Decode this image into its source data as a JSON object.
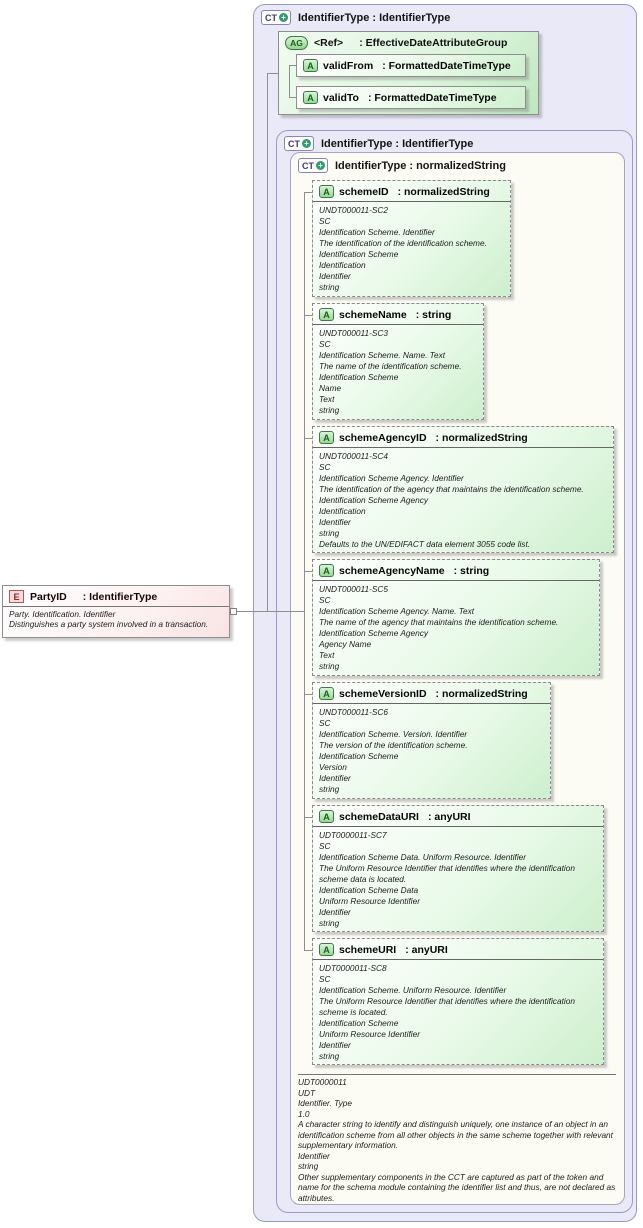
{
  "icons": {
    "expand": "+"
  },
  "element": {
    "badge": "E",
    "name": "PartyID",
    "type": ": IdentifierType",
    "doc_lines": [
      "Party. Identification. Identifier",
      "Distinguishes a party system involved in a transaction."
    ]
  },
  "outer_type": {
    "badge": "CT",
    "title": "IdentifierType : IdentifierType"
  },
  "attribute_group": {
    "badge": "AG",
    "ref": "<Ref>",
    "name": ": EffectiveDateAttributeGroup",
    "attributes": [
      {
        "badge": "A",
        "name": "validFrom",
        "type": ": FormattedDateTimeType"
      },
      {
        "badge": "A",
        "name": "validTo",
        "type": ": FormattedDateTimeType"
      }
    ]
  },
  "mid_type": {
    "badge": "CT",
    "title": "IdentifierType : IdentifierType"
  },
  "inner_type": {
    "badge": "CT",
    "title": "IdentifierType : normalizedString",
    "attributes": [
      {
        "badge": "A",
        "name": "schemeID",
        "type": ": normalizedString",
        "doc_lines": [
          "UNDT000011-SC2",
          "SC",
          "Identification Scheme. Identifier",
          "The identification of the identification scheme.",
          "Identification Scheme",
          "Identification",
          "Identifier",
          "string"
        ]
      },
      {
        "badge": "A",
        "name": "schemeName",
        "type": ": string",
        "doc_lines": [
          "UNDT000011-SC3",
          "SC",
          "Identification Scheme. Name. Text",
          "The name of the identification scheme.",
          "Identification Scheme",
          "Name",
          "Text",
          "string"
        ]
      },
      {
        "badge": "A",
        "name": "schemeAgencyID",
        "type": ": normalizedString",
        "doc_lines": [
          "UNDT000011-SC4",
          "SC",
          "Identification Scheme Agency. Identifier",
          "The identification of the agency that maintains the identification scheme.",
          "Identification Scheme Agency",
          "Identification",
          "Identifier",
          "string",
          "Defaults to the UN/EDIFACT data element 3055 code list."
        ]
      },
      {
        "badge": "A",
        "name": "schemeAgencyName",
        "type": ": string",
        "doc_lines": [
          "UNDT000011-SC5",
          "SC",
          "Identification Scheme Agency. Name. Text",
          "The name of the agency that maintains the identification scheme.",
          "Identification Scheme Agency",
          "Agency Name",
          "Text",
          "string"
        ]
      },
      {
        "badge": "A",
        "name": "schemeVersionID",
        "type": ": normalizedString",
        "doc_lines": [
          "UNDT000011-SC6",
          "SC",
          "Identification Scheme. Version. Identifier",
          "The version of the identification scheme.",
          "Identification Scheme",
          "Version",
          "Identifier",
          "string"
        ]
      },
      {
        "badge": "A",
        "name": "schemeDataURI",
        "type": ": anyURI",
        "doc_lines": [
          "UDT0000011-SC7",
          "SC",
          "Identification Scheme Data. Uniform Resource. Identifier",
          "The Uniform Resource Identifier that identifies where the identification scheme data is located.",
          "Identification Scheme Data",
          "Uniform Resource Identifier",
          "Identifier",
          "string"
        ]
      },
      {
        "badge": "A",
        "name": "schemeURI",
        "type": ": anyURI",
        "doc_lines": [
          "UDT0000011-SC8",
          "SC",
          "Identification Scheme. Uniform Resource. Identifier",
          "The Uniform Resource Identifier that identifies where the identification scheme is located.",
          "Identification Scheme",
          "Uniform Resource Identifier",
          "Identifier",
          "string"
        ]
      }
    ],
    "doc_lines": [
      "UDT0000011",
      "UDT",
      "Identifier. Type",
      "1.0",
      "A character string to identify and distinguish uniquely, one instance of an object in an identification scheme from all other objects in the same scheme together with relevant supplementary information.",
      "Identifier",
      "string",
      "Other supplementary components in the CCT are captured as part of the token and name for the schema module containing the identifier list and thus, are not declared as attributes."
    ]
  }
}
